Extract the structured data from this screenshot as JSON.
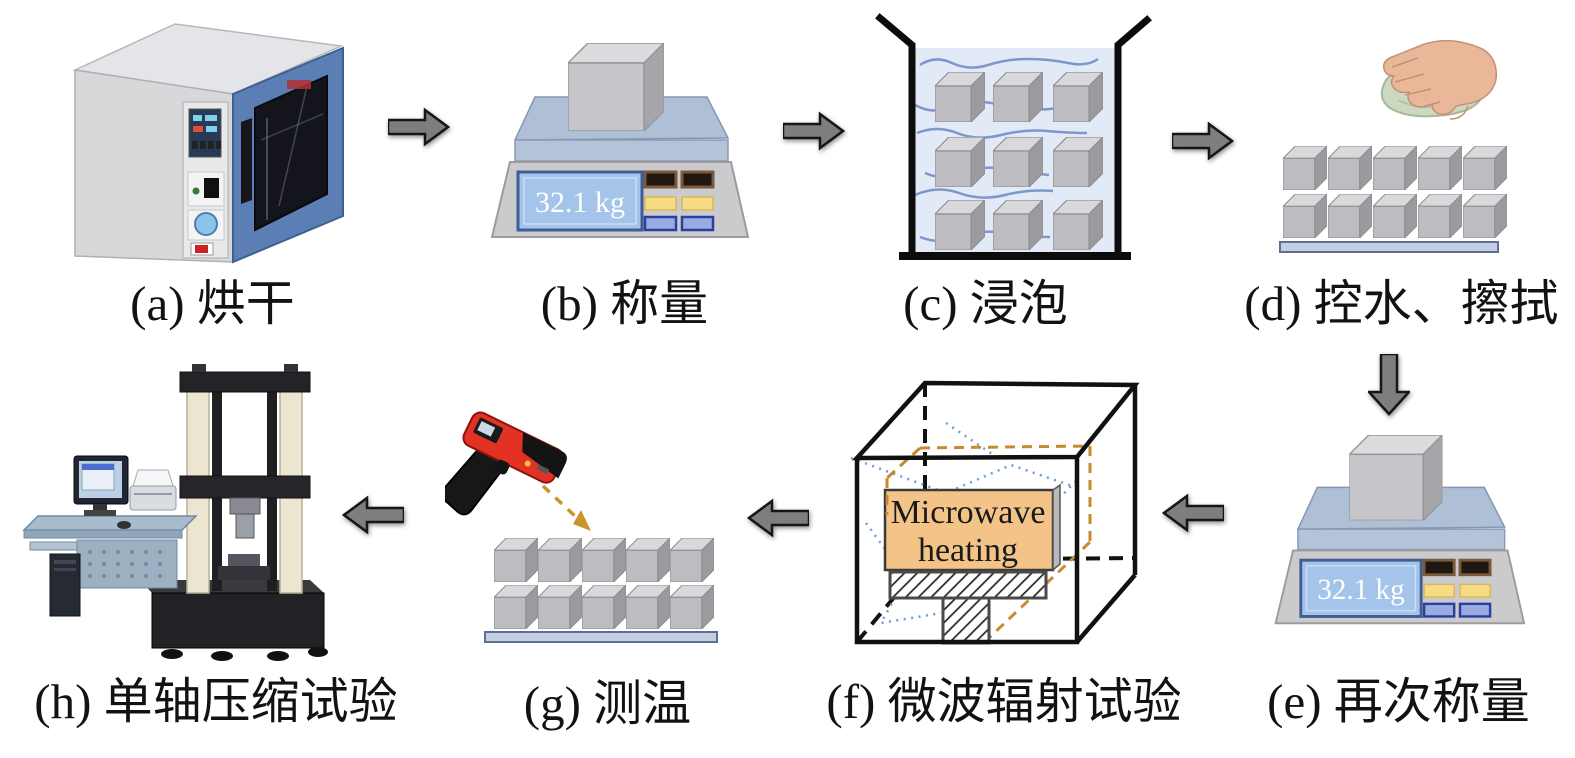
{
  "figure": {
    "kind": "experiment-procedure-flow-diagram",
    "background": "#ffffff"
  },
  "labels": {
    "a": "(a) 烘干",
    "b": "(b) 称量",
    "c": "(c) 浸泡",
    "d": "(d) 控水、擦拭",
    "e": "(e) 再次称量",
    "f": "(f) 微波辐射试验",
    "g": "(g) 测温",
    "h": "(h) 单轴压缩试验"
  },
  "scale_b": {
    "display": "32.1 kg"
  },
  "scale_e": {
    "display": "32.1 kg"
  },
  "microwave": {
    "line1": "Microwave",
    "line2": "heating"
  },
  "icons": {
    "oven": "drying-oven",
    "scale": "weighing-scale",
    "tank": "soaking-tank",
    "hand": "hand-wiping-cloth",
    "cavity": "microwave-cavity",
    "thermometer": "infrared-thermometer-gun",
    "tester": "uniaxial-compression-tester",
    "flow_arrow": "flow-arrow"
  },
  "colors": {
    "arrow_fill": "#7e7e80",
    "water": "#e3eaf7",
    "wave_line": "#7e97cb",
    "cube_front": "#bdbdc1",
    "scale_platform": "#aebfd6",
    "scale_display_bg": "#a4c4ea",
    "microwave_panel": "#f3c387",
    "inner_box_dashed": "#c9892f",
    "ray_dotted": "#6f9cd4",
    "thermometer_red": "#e33224",
    "oven_door_blue": "#5b7fb4",
    "tray": "#c3cfe2"
  }
}
